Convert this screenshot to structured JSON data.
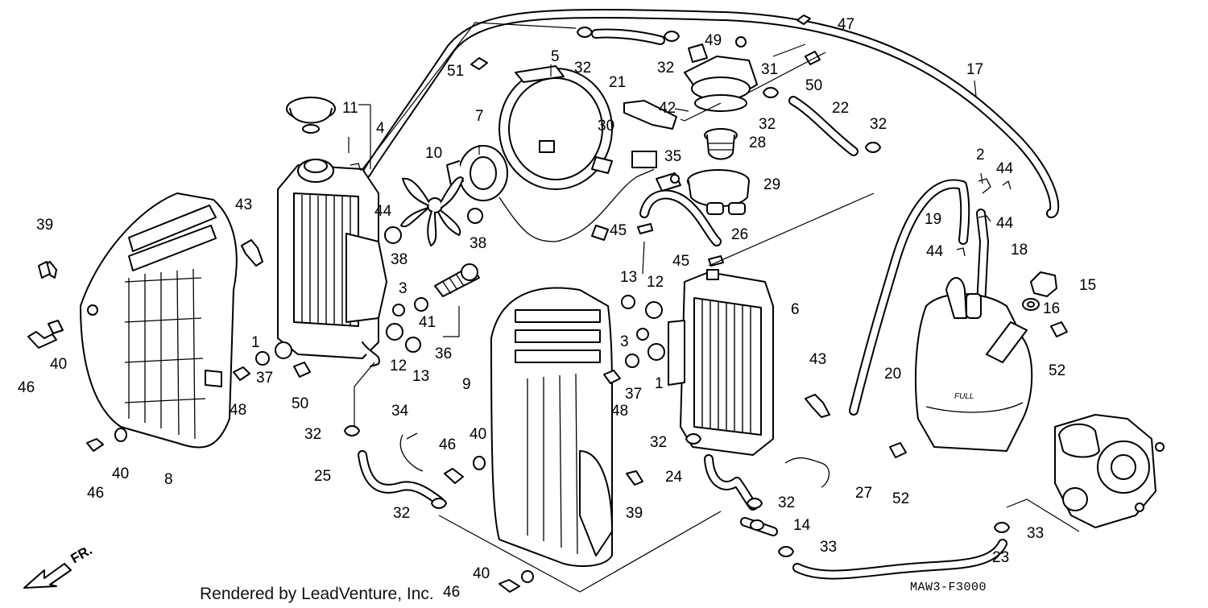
{
  "callouts": [
    {
      "id": "c47",
      "label": "47"
    },
    {
      "id": "c49",
      "label": "49"
    },
    {
      "id": "c5",
      "label": "5"
    },
    {
      "id": "c32a",
      "label": "32"
    },
    {
      "id": "c32b",
      "label": "32"
    },
    {
      "id": "c51",
      "label": "51"
    },
    {
      "id": "c21",
      "label": "21"
    },
    {
      "id": "c31",
      "label": "31"
    },
    {
      "id": "c50a",
      "label": "50"
    },
    {
      "id": "c17",
      "label": "17"
    },
    {
      "id": "c11",
      "label": "11"
    },
    {
      "id": "c4",
      "label": "4"
    },
    {
      "id": "c42",
      "label": "42"
    },
    {
      "id": "c30",
      "label": "30"
    },
    {
      "id": "c22",
      "label": "22"
    },
    {
      "id": "c32c",
      "label": "32"
    },
    {
      "id": "c32d",
      "label": "32"
    },
    {
      "id": "c7",
      "label": "7"
    },
    {
      "id": "c28",
      "label": "28"
    },
    {
      "id": "c10",
      "label": "10"
    },
    {
      "id": "c35",
      "label": "35"
    },
    {
      "id": "c2",
      "label": "2"
    },
    {
      "id": "c44a",
      "label": "44"
    },
    {
      "id": "c29",
      "label": "29"
    },
    {
      "id": "c43a",
      "label": "43"
    },
    {
      "id": "c44b",
      "label": "44"
    },
    {
      "id": "c39a",
      "label": "39"
    },
    {
      "id": "c45a",
      "label": "45"
    },
    {
      "id": "c26",
      "label": "26"
    },
    {
      "id": "c19",
      "label": "19"
    },
    {
      "id": "c44c",
      "label": "44"
    },
    {
      "id": "c38a",
      "label": "38"
    },
    {
      "id": "c38b",
      "label": "38"
    },
    {
      "id": "c44d",
      "label": "44"
    },
    {
      "id": "c18",
      "label": "18"
    },
    {
      "id": "c45b",
      "label": "45"
    },
    {
      "id": "c13a",
      "label": "13"
    },
    {
      "id": "c12a",
      "label": "12"
    },
    {
      "id": "c15",
      "label": "15"
    },
    {
      "id": "c3a",
      "label": "3"
    },
    {
      "id": "c6",
      "label": "6"
    },
    {
      "id": "c16",
      "label": "16"
    },
    {
      "id": "c41",
      "label": "41"
    },
    {
      "id": "c36",
      "label": "36"
    },
    {
      "id": "c3b",
      "label": "3"
    },
    {
      "id": "c1a",
      "label": "1"
    },
    {
      "id": "c12b",
      "label": "12"
    },
    {
      "id": "c13b",
      "label": "13"
    },
    {
      "id": "c52a",
      "label": "52"
    },
    {
      "id": "c46a",
      "label": "46"
    },
    {
      "id": "c40a",
      "label": "40"
    },
    {
      "id": "c9",
      "label": "9"
    },
    {
      "id": "c37a",
      "label": "37"
    },
    {
      "id": "c1b",
      "label": "1"
    },
    {
      "id": "c43b",
      "label": "43"
    },
    {
      "id": "c20",
      "label": "20"
    },
    {
      "id": "c48a",
      "label": "48"
    },
    {
      "id": "c37b",
      "label": "37"
    },
    {
      "id": "c50b",
      "label": "50"
    },
    {
      "id": "c48b",
      "label": "48"
    },
    {
      "id": "c34",
      "label": "34"
    },
    {
      "id": "c32e",
      "label": "32"
    },
    {
      "id": "c40b",
      "label": "40"
    },
    {
      "id": "c46b",
      "label": "46"
    },
    {
      "id": "c32f",
      "label": "32"
    },
    {
      "id": "c25",
      "label": "25"
    },
    {
      "id": "c40c",
      "label": "40"
    },
    {
      "id": "c46c",
      "label": "46"
    },
    {
      "id": "c8",
      "label": "8"
    },
    {
      "id": "c24",
      "label": "24"
    },
    {
      "id": "c27",
      "label": "27"
    },
    {
      "id": "c52b",
      "label": "52"
    },
    {
      "id": "c32g",
      "label": "32"
    },
    {
      "id": "c32h",
      "label": "32"
    },
    {
      "id": "c39b",
      "label": "39"
    },
    {
      "id": "c14",
      "label": "14"
    },
    {
      "id": "c33a",
      "label": "33"
    },
    {
      "id": "c33b",
      "label": "33"
    },
    {
      "id": "c23",
      "label": "23"
    },
    {
      "id": "c40d",
      "label": "40"
    },
    {
      "id": "c46d",
      "label": "46"
    }
  ],
  "credit": "Rendered by LeadVenture, Inc.",
  "diagram_code": "MAW3-F3000",
  "direction_label": "FR.",
  "tank_marking": "FULL",
  "colors": {
    "ink": "#000000",
    "paper": "#ffffff"
  }
}
